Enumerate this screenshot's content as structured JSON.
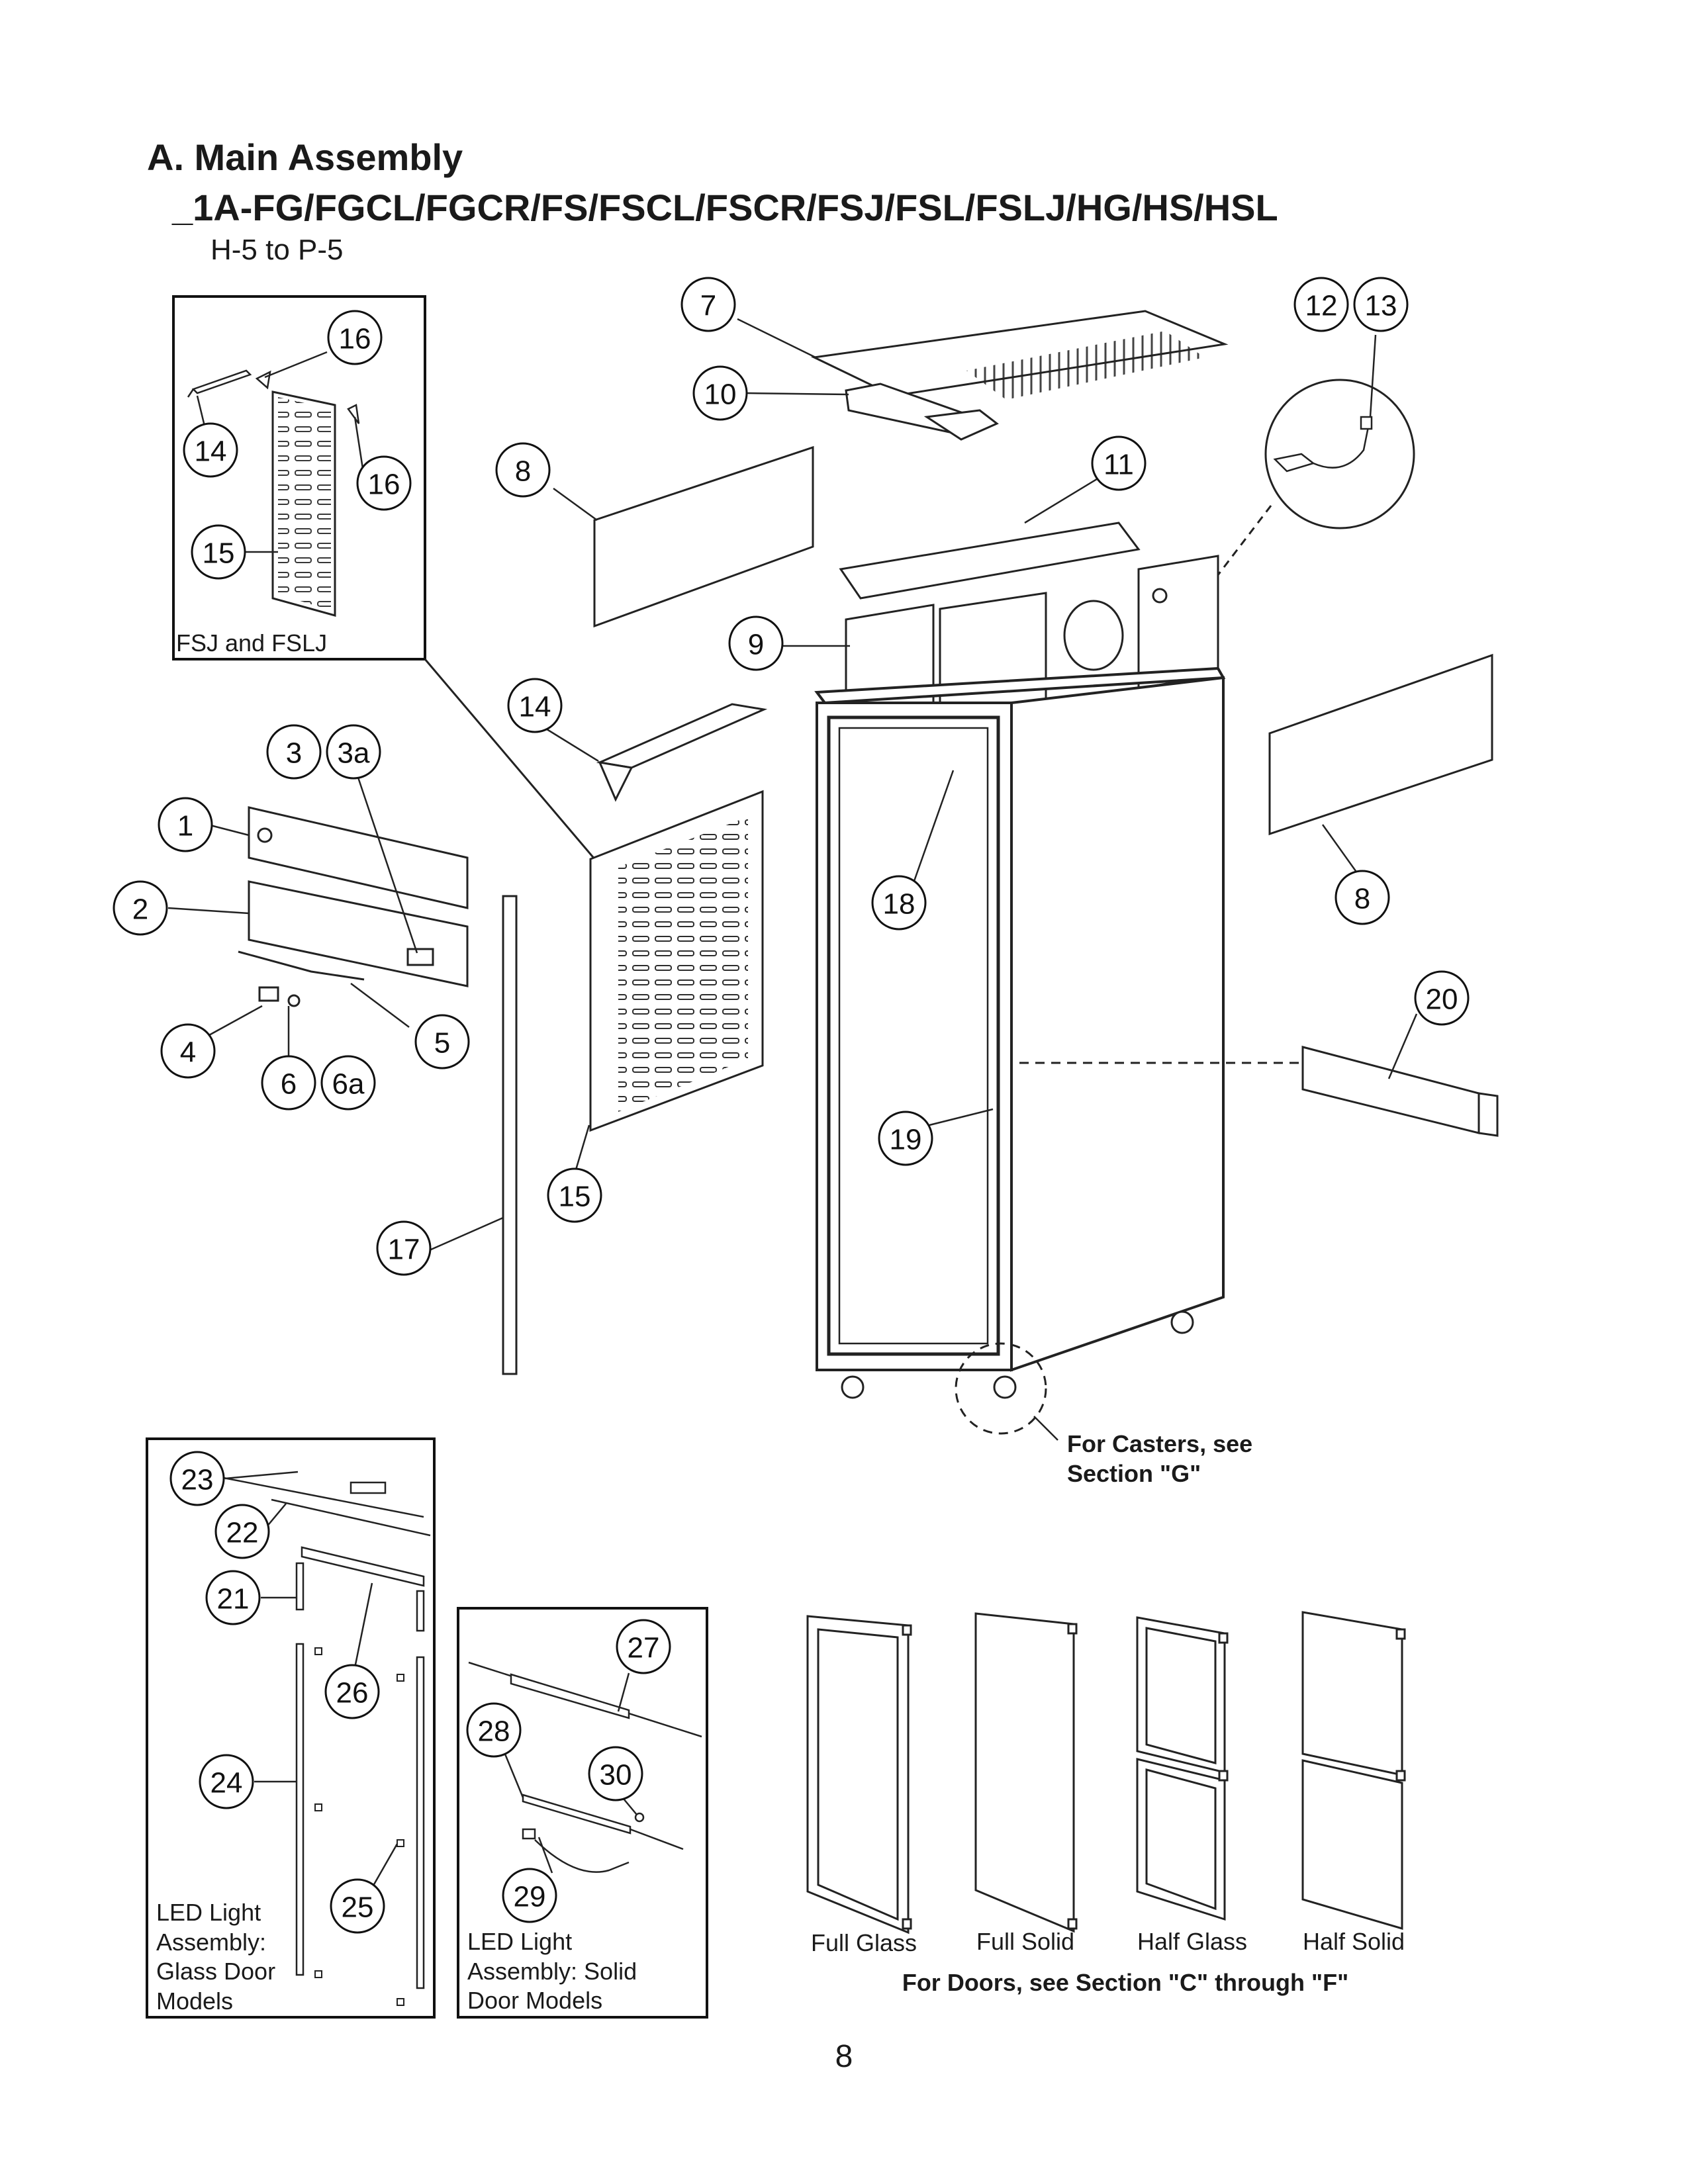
{
  "header": {
    "title": "A. Main Assembly",
    "model_line": "_1A-FG/FGCL/FGCR/FS/FSCL/FSCR/FSJ/FSL/FSLJ/HG/HS/HSL",
    "serial_range": "H-5 to P-5"
  },
  "callouts": {
    "c1": "1",
    "c2": "2",
    "c3": "3",
    "c3a": "3a",
    "c4": "4",
    "c5": "5",
    "c6": "6",
    "c6a": "6a",
    "c7": "7",
    "c8a": "8",
    "c8b": "8",
    "c9": "9",
    "c10": "10",
    "c11": "11",
    "c12": "12",
    "c13": "13",
    "c14a": "14",
    "c14b": "14",
    "c15a": "15",
    "c15b": "15",
    "c16a": "16",
    "c16b": "16",
    "c17": "17",
    "c18": "18",
    "c19": "19",
    "c20": "20",
    "c21": "21",
    "c22": "22",
    "c23": "23",
    "c24": "24",
    "c25": "25",
    "c26": "26",
    "c27": "27",
    "c28": "28",
    "c29": "29",
    "c30": "30"
  },
  "insets": {
    "fsj_label": "FSJ and FSLJ",
    "led_glass_label": [
      "LED Light",
      "Assembly:",
      "Glass Door",
      "Models"
    ],
    "led_solid_label": [
      "LED Light",
      "Assembly: Solid",
      "Door Models"
    ]
  },
  "casters_note": [
    "For Casters, see",
    "Section \"G\""
  ],
  "doors": {
    "types": [
      "Full Glass",
      "Full Solid",
      "Half Glass",
      "Half Solid"
    ],
    "note": "For Doors, see Section \"C\" through \"F\""
  },
  "page_number": "8"
}
